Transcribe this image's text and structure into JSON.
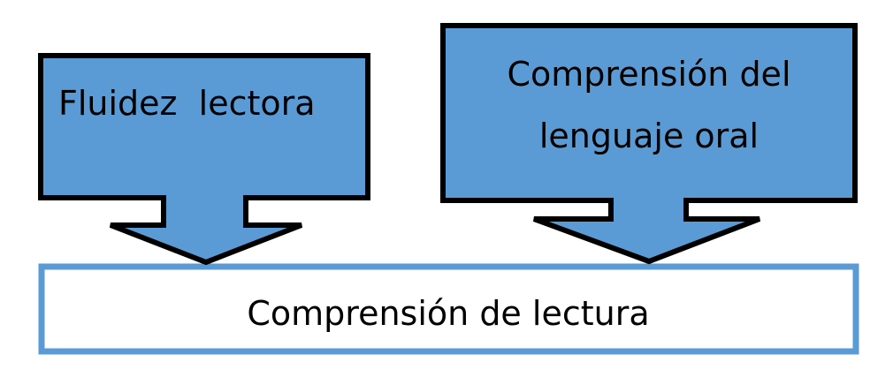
{
  "diagram": {
    "left_callout": {
      "text": "Fluidez  lectora"
    },
    "right_callout": {
      "lines": [
        "Comprensión del",
        "lenguaje oral"
      ]
    },
    "result_box": {
      "text": "Comprensión de lectura"
    }
  },
  "colors": {
    "callout_fill": "#5b9bd5",
    "callout_stroke": "#000000",
    "result_border": "#5b9bd5",
    "result_fill": "#ffffff",
    "text": "#000000"
  }
}
